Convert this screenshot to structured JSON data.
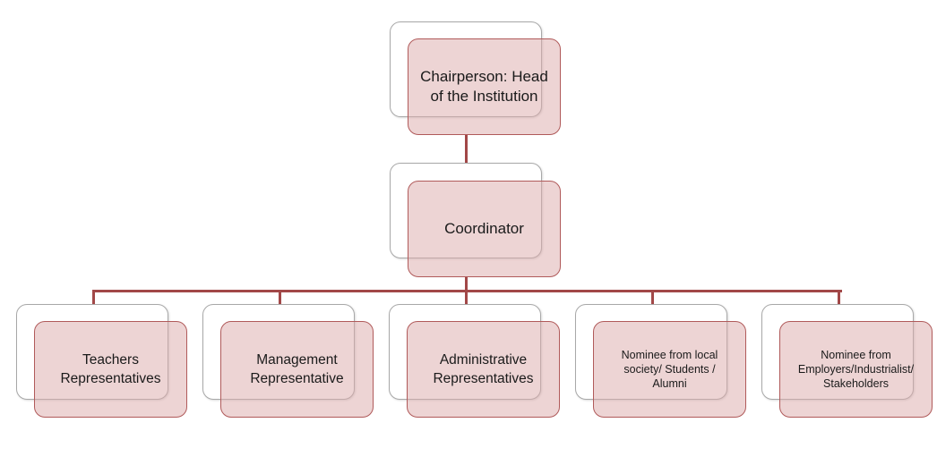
{
  "diagram": {
    "top": {
      "label": "Chairperson: Head of the Institution"
    },
    "middle": {
      "label": "Coordinator"
    },
    "members": [
      {
        "label": "Teachers Representatives"
      },
      {
        "label": "Management Representative"
      },
      {
        "label": "Administrative Representatives"
      },
      {
        "label": "Nominee from local society/ Students / Alumni"
      },
      {
        "label": "Nominee from Employers/Industrialist/ Stakeholders"
      }
    ],
    "colors": {
      "fill": "#e8cccc",
      "border": "#b05a5a",
      "connector": "#a24848"
    }
  }
}
